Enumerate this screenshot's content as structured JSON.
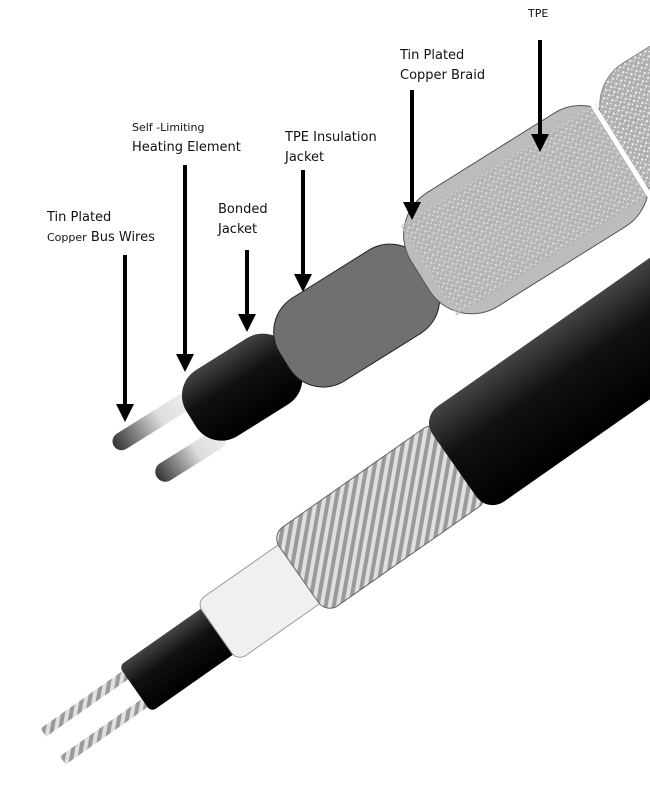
{
  "labels": {
    "bus_wires": {
      "line1": "Tin Plated",
      "line2a": "Copper",
      "line2b": "Bus Wires"
    },
    "heating_element": {
      "line1": "Self -Limiting",
      "line2": "Heating Element"
    },
    "bonded_jacket": {
      "line1": "Bonded",
      "line2": "Jacket"
    },
    "tpe_insulation": {
      "line1": "TPE Insulation",
      "line2": "Jacket"
    },
    "copper_braid": {
      "line1": "Tin Plated",
      "line2": "Copper Braid"
    },
    "tpe": {
      "line1": "TPE"
    }
  },
  "colors": {
    "jacket_black": "#1a1a1a",
    "insulation_gray": "#6e6e6e",
    "braid_gray": "#b8b8b8",
    "outer_gray": "#c9c9c9",
    "core_white": "#f2f2f2"
  }
}
